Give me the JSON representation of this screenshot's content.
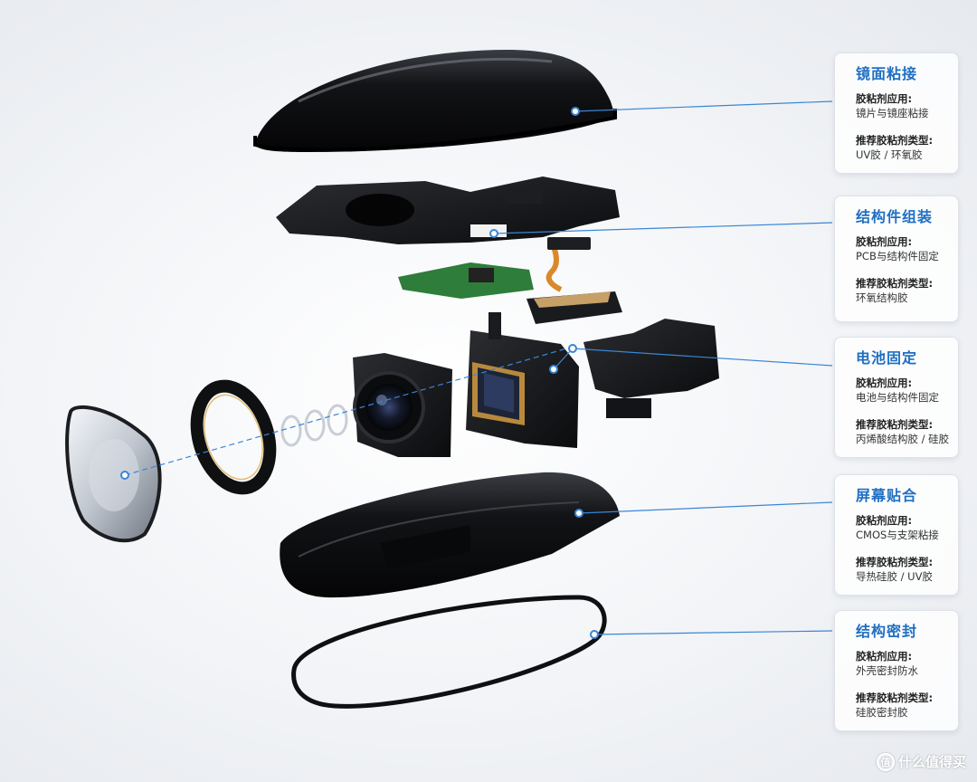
{
  "callouts": [
    {
      "title": "镜面粘接",
      "app_label": "胶粘剂应用:",
      "app_value": "镜片与镜座粘接",
      "type_label": "推荐胶粘剂类型:",
      "type_value": "UV胶 / 环氧胶"
    },
    {
      "title": "结构件组装",
      "app_label": "胶粘剂应用:",
      "app_value": "PCB与结构件固定",
      "type_label": "推荐胶粘剂类型:",
      "type_value": "环氧结构胶"
    },
    {
      "title": "电池固定",
      "app_label": "胶粘剂应用:",
      "app_value": "电池与结构件固定",
      "type_label": "推荐胶粘剂类型:",
      "type_value": "丙烯酸结构胶 / 硅胶"
    },
    {
      "title": "屏幕贴合",
      "app_label": "胶粘剂应用:",
      "app_value": "CMOS与支架粘接",
      "type_label": "推荐胶粘剂类型:",
      "type_value": "导热硅胶 / UV胶"
    },
    {
      "title": "结构密封",
      "app_label": "胶粘剂应用:",
      "app_value": "外壳密封防水",
      "type_label": "推荐胶粘剂类型:",
      "type_value": "硅胶密封胶"
    }
  ],
  "watermark": {
    "icon": "值",
    "text": "什么值得买"
  },
  "colors": {
    "accent": "#1f6fc2",
    "leader": "#3b86d6",
    "part_dark": "#141518"
  }
}
